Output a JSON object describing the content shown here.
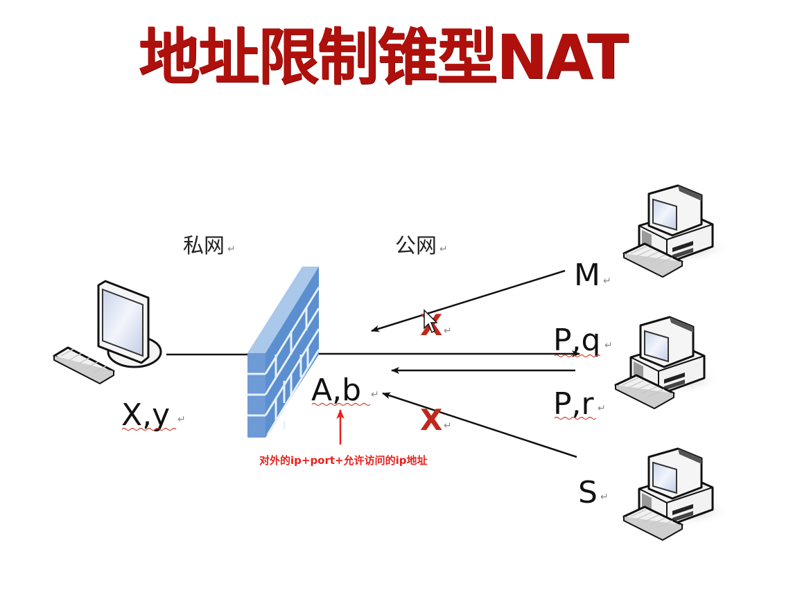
{
  "title": "地址限制锥型NAT",
  "zones": {
    "private": "私网",
    "public": "公网"
  },
  "paragraph_mark": "↵",
  "hosts": {
    "internal": {
      "label": "X,y",
      "icon": "desktop-computer-icon"
    },
    "nat": {
      "label": "A,b",
      "icon": "firewall-icon"
    },
    "remote_m": {
      "label": "M",
      "icon": "computer-icon",
      "allowed": false
    },
    "remote_pq": {
      "label": "P,q",
      "icon": "computer-icon",
      "allowed": true
    },
    "remote_pr": {
      "label": "P,r",
      "icon": "computer-icon",
      "allowed": true
    },
    "remote_s": {
      "label": "S",
      "icon": "computer-icon",
      "allowed": false
    }
  },
  "blocked_mark": "X",
  "annotation": "对外的ip+port+允许访问的ip地址",
  "colors": {
    "title": "#b0100c",
    "blocked": "#c0281c",
    "annotation": "#e8201c",
    "firewall_front": "#5b8fcf",
    "firewall_top": "#a9c8ea"
  }
}
